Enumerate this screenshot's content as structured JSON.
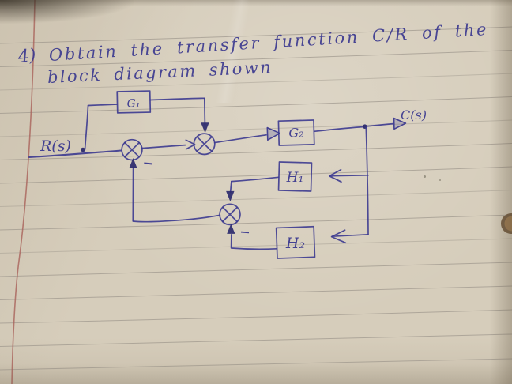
{
  "page": {
    "heading": {
      "number": "4)",
      "line1": "Obtain the transfer function C/R of the",
      "line2": "block diagram shown"
    },
    "diagram": {
      "input_label": "R(s)",
      "output_label": "C(s)",
      "blocks": {
        "g1": "G₁",
        "g2": "G₂",
        "h1": "H₁",
        "h2": "H₂"
      },
      "signs": {
        "s1_feedback": "−",
        "s3_feedback": "−"
      }
    },
    "colors": {
      "paper": "#d6cdbb",
      "ink": "#3c3a90",
      "ink_dark": "#2c2a6e",
      "ruled_line": "#9d968b",
      "margin_line": "#a9625a",
      "hole_brown": "#8a6a48"
    }
  }
}
